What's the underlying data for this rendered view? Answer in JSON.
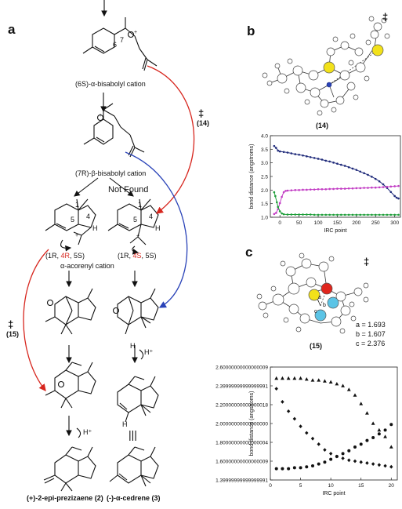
{
  "panels": {
    "a": "a",
    "b": "b",
    "c": "c"
  },
  "scheme": {
    "bisabolyl_6s": "(6S)-α-bisabolyl cation",
    "bisabolyl_7r": "(7R)-β-bisabolyl cation",
    "not_found": "Not Found",
    "acorenyl": "α-acorenyl cation",
    "acorenyl_left_pre": "(1R, ",
    "acorenyl_left_red": "4R",
    "acorenyl_left_post": ", 5S)",
    "acorenyl_right_pre": "(1R, ",
    "acorenyl_right_red": "4S",
    "acorenyl_right_post": ", 5S)",
    "ts14_dagger": "‡",
    "ts14_label": "(14)",
    "ts15_dagger": "‡",
    "ts15_label": "(15)",
    "prezizaene": "(+)-2-epi-prezizaene (2)",
    "cedrene": "(-)-α-cedrene (3)",
    "hplus_left": "H⁺",
    "hplus_right": "H⁺",
    "triple_bar": "|||",
    "atom_labels": [
      "7",
      "6",
      "1",
      "5",
      "4",
      "H",
      "1",
      "5",
      "4",
      "H",
      "H",
      "H"
    ]
  },
  "structure_b": {
    "dagger": "‡",
    "label": "(14)"
  },
  "structure_c": {
    "dagger": "‡",
    "label": "(15)",
    "atom_labels": [
      "a",
      "b",
      "c"
    ],
    "params": [
      "a = 1.693",
      "b = 1.607",
      "c = 2.376"
    ]
  },
  "chart_data": [
    {
      "type": "line",
      "panel": "b",
      "xlabel": "IRC point",
      "ylabel": "bond distance (angstroms)",
      "xlim": [
        -25,
        315
      ],
      "ylim": [
        1.0,
        4.0
      ],
      "xticks": [
        0,
        50,
        100,
        150,
        200,
        250,
        300
      ],
      "yticks": [
        1.0,
        1.5,
        2.0,
        2.5,
        3.0,
        3.5,
        4.0
      ],
      "grid": false,
      "series": [
        {
          "color": "#1f2a7a",
          "points": [
            [
              -15,
              3.62
            ],
            [
              -10,
              3.55
            ],
            [
              -5,
              3.45
            ],
            [
              0,
              3.42
            ],
            [
              10,
              3.4
            ],
            [
              20,
              3.38
            ],
            [
              30,
              3.35
            ],
            [
              40,
              3.32
            ],
            [
              50,
              3.3
            ],
            [
              60,
              3.27
            ],
            [
              70,
              3.24
            ],
            [
              80,
              3.21
            ],
            [
              90,
              3.18
            ],
            [
              100,
              3.15
            ],
            [
              110,
              3.12
            ],
            [
              120,
              3.08
            ],
            [
              130,
              3.05
            ],
            [
              140,
              3.01
            ],
            [
              150,
              2.97
            ],
            [
              160,
              2.93
            ],
            [
              170,
              2.89
            ],
            [
              180,
              2.84
            ],
            [
              190,
              2.79
            ],
            [
              200,
              2.74
            ],
            [
              210,
              2.68
            ],
            [
              220,
              2.62
            ],
            [
              230,
              2.56
            ],
            [
              240,
              2.49
            ],
            [
              250,
              2.41
            ],
            [
              260,
              2.32
            ],
            [
              270,
              2.21
            ],
            [
              280,
              2.08
            ],
            [
              290,
              1.93
            ],
            [
              300,
              1.78
            ],
            [
              305,
              1.72
            ],
            [
              310,
              1.69
            ]
          ]
        },
        {
          "color": "#c23cc4",
          "points": [
            [
              -15,
              1.12
            ],
            [
              -10,
              1.16
            ],
            [
              -5,
              1.3
            ],
            [
              0,
              1.52
            ],
            [
              5,
              1.75
            ],
            [
              10,
              1.92
            ],
            [
              15,
              1.97
            ],
            [
              20,
              1.98
            ],
            [
              30,
              1.99
            ],
            [
              40,
              2.0
            ],
            [
              50,
              2.0
            ],
            [
              60,
              2.01
            ],
            [
              70,
              2.01
            ],
            [
              80,
              2.02
            ],
            [
              90,
              2.02
            ],
            [
              100,
              2.03
            ],
            [
              110,
              2.03
            ],
            [
              120,
              2.03
            ],
            [
              130,
              2.04
            ],
            [
              140,
              2.04
            ],
            [
              150,
              2.05
            ],
            [
              160,
              2.05
            ],
            [
              170,
              2.05
            ],
            [
              180,
              2.06
            ],
            [
              190,
              2.06
            ],
            [
              200,
              2.07
            ],
            [
              210,
              2.07
            ],
            [
              220,
              2.08
            ],
            [
              230,
              2.08
            ],
            [
              240,
              2.09
            ],
            [
              250,
              2.09
            ],
            [
              260,
              2.1
            ],
            [
              270,
              2.11
            ],
            [
              280,
              2.12
            ],
            [
              290,
              2.13
            ],
            [
              300,
              2.14
            ],
            [
              310,
              2.15
            ]
          ]
        },
        {
          "color": "#1f9e3a",
          "points": [
            [
              -15,
              1.92
            ],
            [
              -12,
              1.78
            ],
            [
              -8,
              1.55
            ],
            [
              -5,
              1.38
            ],
            [
              0,
              1.22
            ],
            [
              5,
              1.14
            ],
            [
              10,
              1.11
            ],
            [
              20,
              1.1
            ],
            [
              30,
              1.1
            ],
            [
              40,
              1.1
            ],
            [
              50,
              1.1
            ],
            [
              60,
              1.1
            ],
            [
              70,
              1.1
            ],
            [
              80,
              1.1
            ],
            [
              90,
              1.09
            ],
            [
              100,
              1.09
            ],
            [
              110,
              1.09
            ],
            [
              120,
              1.09
            ],
            [
              130,
              1.09
            ],
            [
              140,
              1.09
            ],
            [
              150,
              1.09
            ],
            [
              160,
              1.09
            ],
            [
              170,
              1.09
            ],
            [
              180,
              1.09
            ],
            [
              190,
              1.09
            ],
            [
              200,
              1.09
            ],
            [
              210,
              1.09
            ],
            [
              220,
              1.09
            ],
            [
              230,
              1.09
            ],
            [
              240,
              1.09
            ],
            [
              250,
              1.09
            ],
            [
              260,
              1.09
            ],
            [
              270,
              1.09
            ],
            [
              280,
              1.09
            ],
            [
              290,
              1.09
            ],
            [
              300,
              1.09
            ],
            [
              310,
              1.09
            ]
          ]
        }
      ]
    },
    {
      "type": "scatter",
      "panel": "c",
      "xlabel": "IRC point",
      "ylabel": "bond distance (angstroms)",
      "xlim": [
        0,
        21
      ],
      "ylim": [
        1.4,
        2.6
      ],
      "xticks": [
        0,
        5,
        10,
        15,
        20
      ],
      "yticks": [
        1.4,
        1.6,
        1.8,
        2.0,
        2.2,
        2.4,
        2.6
      ],
      "grid": false,
      "series": [
        {
          "marker": "triangle",
          "points": [
            [
              1,
              2.48
            ],
            [
              2,
              2.48
            ],
            [
              3,
              2.48
            ],
            [
              4,
              2.48
            ],
            [
              5,
              2.48
            ],
            [
              6,
              2.47
            ],
            [
              7,
              2.46
            ],
            [
              8,
              2.46
            ],
            [
              9,
              2.45
            ],
            [
              10,
              2.44
            ],
            [
              11,
              2.42
            ],
            [
              12,
              2.4
            ],
            [
              13,
              2.36
            ],
            [
              14,
              2.3
            ],
            [
              15,
              2.21
            ],
            [
              16,
              2.11
            ],
            [
              17,
              2.0
            ],
            [
              18,
              1.93
            ],
            [
              19,
              1.86
            ],
            [
              20,
              1.75
            ]
          ]
        },
        {
          "marker": "diamond",
          "points": [
            [
              1,
              2.37
            ],
            [
              2,
              2.23
            ],
            [
              3,
              2.13
            ],
            [
              4,
              2.05
            ],
            [
              5,
              1.97
            ],
            [
              6,
              1.9
            ],
            [
              7,
              1.84
            ],
            [
              8,
              1.78
            ],
            [
              9,
              1.72
            ],
            [
              10,
              1.68
            ],
            [
              11,
              1.65
            ],
            [
              12,
              1.63
            ],
            [
              13,
              1.61
            ],
            [
              14,
              1.6
            ],
            [
              15,
              1.59
            ],
            [
              16,
              1.58
            ],
            [
              17,
              1.57
            ],
            [
              18,
              1.56
            ],
            [
              19,
              1.55
            ],
            [
              20,
              1.54
            ]
          ]
        },
        {
          "marker": "circle",
          "points": [
            [
              1,
              1.52
            ],
            [
              2,
              1.52
            ],
            [
              3,
              1.52
            ],
            [
              4,
              1.53
            ],
            [
              5,
              1.53
            ],
            [
              6,
              1.54
            ],
            [
              7,
              1.55
            ],
            [
              8,
              1.57
            ],
            [
              9,
              1.59
            ],
            [
              10,
              1.62
            ],
            [
              11,
              1.65
            ],
            [
              12,
              1.68
            ],
            [
              13,
              1.71
            ],
            [
              14,
              1.75
            ],
            [
              15,
              1.78
            ],
            [
              16,
              1.82
            ],
            [
              17,
              1.85
            ],
            [
              18,
              1.89
            ],
            [
              19,
              1.93
            ],
            [
              20,
              1.99
            ]
          ]
        }
      ]
    }
  ]
}
